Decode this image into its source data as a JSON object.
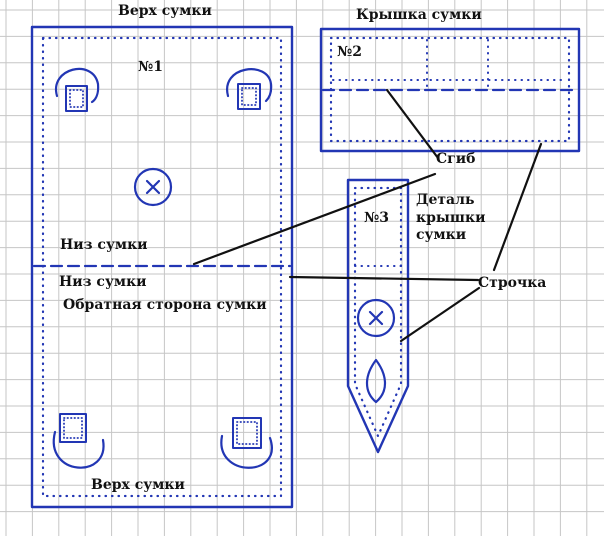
{
  "labels": {
    "bag_top": "Верх сумки",
    "bag_flap": "Крышка сумки",
    "part1": "№1",
    "part2": "№2",
    "part3": "№3",
    "fold": "Сгиб",
    "flap_part": "Деталь крышки сумки",
    "bag_bottom_1": "Низ сумки",
    "bag_bottom_2": "Низ сумки",
    "stitching": "Строчка",
    "bag_back": "Обратная сторона сумки",
    "bag_top_bottom": "Верх сумки"
  },
  "colors": {
    "grid": "#c6c6c6",
    "ink": "#2236b4",
    "leader": "#111111",
    "text": "#111111"
  }
}
